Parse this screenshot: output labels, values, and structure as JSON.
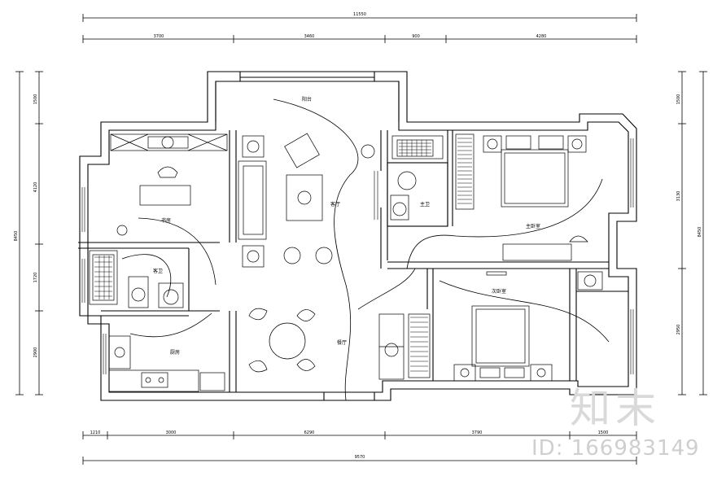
{
  "dimensions": {
    "top_total": "11550",
    "top_segments": [
      "3700",
      "3460",
      "900",
      "4280"
    ],
    "bottom_total": "9570",
    "bottom_segments": [
      "1210",
      "3000",
      "6290",
      "3790",
      "1500"
    ],
    "left_total": "8450",
    "left_segments": [
      "1500",
      "4120",
      "1720",
      "2900"
    ],
    "right_total": "8450",
    "right_segments": [
      "1500",
      "3130",
      "2950"
    ]
  },
  "rooms": {
    "balcony": "阳台",
    "study": "书房",
    "living_room": "客厅",
    "master_bath": "主卫",
    "master_bedroom": "主卧室",
    "guest_bath": "客卫",
    "second_bedroom": "次卧室",
    "kitchen": "厨房",
    "dining_room": "餐厅"
  },
  "watermark": {
    "logo": "知末",
    "id": "ID: 166983149"
  }
}
